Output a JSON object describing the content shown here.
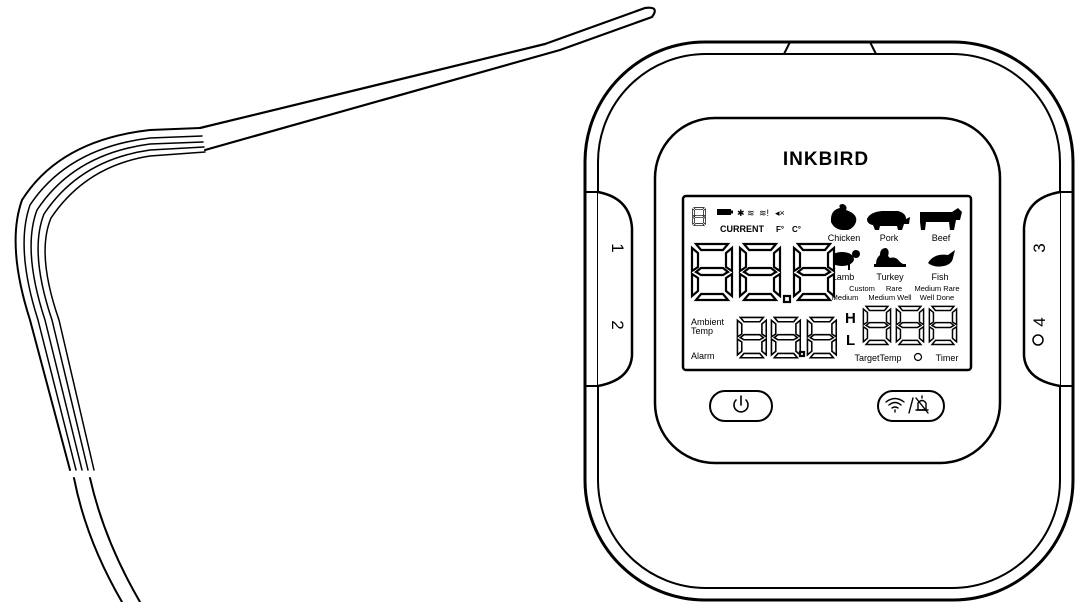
{
  "device": {
    "brand": "INKBIRD",
    "ports": {
      "left_top": "1",
      "left_bottom": "2",
      "right_top": "3",
      "right_bottom": "4"
    }
  },
  "lcd": {
    "current_label": "CURRENT",
    "unit_f": "F°",
    "unit_c": "C°",
    "main_digits": "88.8",
    "ambient_label_line1": "Ambient",
    "ambient_label_line2": "Temp",
    "alarm_label": "Alarm",
    "ambient_digits": "88.8",
    "target_digits": "888",
    "high_indicator": "H",
    "low_indicator": "L",
    "target_temp_label": "TargetTemp",
    "timer_label": "Timer",
    "meats": [
      "Chicken",
      "Pork",
      "Beef",
      "Lamb",
      "Turkey",
      "Fish"
    ],
    "doneness_row1": [
      "Custom",
      "Rare",
      "Medium Rare"
    ],
    "doneness_row2": [
      "Medium",
      "Medium Well",
      "Well Done"
    ]
  },
  "buttons": {
    "power": "power-icon",
    "wifi_alarm": "wifi-alarm-icon"
  }
}
